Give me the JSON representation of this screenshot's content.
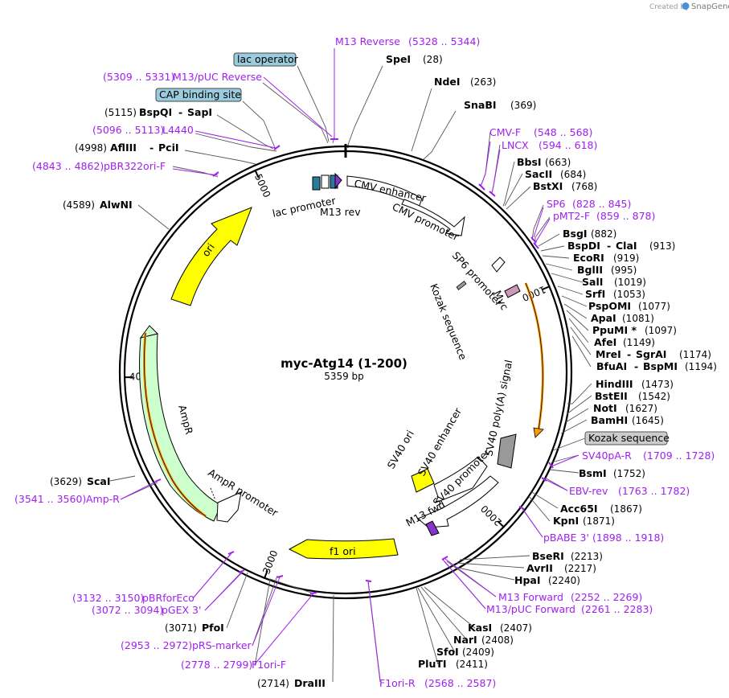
{
  "credit": {
    "prefix": "Created by",
    "brand": "SnapGene"
  },
  "map": {
    "title": "myc-Atg14 (1-200)",
    "length_label": "5359 bp",
    "total_bp": 5359
  },
  "ticks": [
    {
      "pos": 1000,
      "label": "1000"
    },
    {
      "pos": 2000,
      "label": "2000"
    },
    {
      "pos": 3000,
      "label": "3000"
    },
    {
      "pos": 4000,
      "label": "4000"
    },
    {
      "pos": 5000,
      "label": "5000"
    }
  ],
  "sites": {
    "m13rev": {
      "name": "M13 Reverse",
      "range": "(5328 .. 5344)"
    },
    "lacop": {
      "name": "lac operator"
    },
    "spei": {
      "name": "SpeI",
      "pos": "(28)"
    },
    "m13puc": {
      "name": "M13/pUC Reverse",
      "range": "(5309 .. 5331)"
    },
    "ndei": {
      "name": "NdeI",
      "pos": "(263)"
    },
    "cap": {
      "name": "CAP binding site"
    },
    "snabi": {
      "name": "SnaBI",
      "pos": "(369)"
    },
    "bspqi": {
      "name": "BspQI",
      "name2": "SapI",
      "pos": "(5115)"
    },
    "l4440": {
      "name": "L4440",
      "range": "(5096 .. 5113)"
    },
    "cmvf": {
      "name": "CMV-F",
      "range": "(548 .. 568)"
    },
    "afliii": {
      "name": "AflIII",
      "name2": "PciI",
      "pos": "(4998)"
    },
    "lncx": {
      "name": "LNCX",
      "range": "(594 .. 618)"
    },
    "pbr322": {
      "name": "pBR322ori-F",
      "range": "(4843 .. 4862)"
    },
    "bbsi": {
      "name": "BbsI",
      "pos": "(663)"
    },
    "sacii": {
      "name": "SacII",
      "pos": "(684)"
    },
    "bstxi": {
      "name": "BstXI",
      "pos": "(768)"
    },
    "alwni": {
      "name": "AlwNI",
      "pos": "(4589)"
    },
    "sp6": {
      "name": "SP6",
      "range": "(828 .. 845)"
    },
    "pmt2f": {
      "name": "pMT2-F",
      "range": "(859 .. 878)"
    },
    "bsgi": {
      "name": "BsgI",
      "pos": "(882)"
    },
    "bspdi": {
      "name": "BspDI",
      "name2": "ClaI",
      "pos": "(913)"
    },
    "ecori": {
      "name": "EcoRI",
      "pos": "(919)"
    },
    "bglii": {
      "name": "BglII",
      "pos": "(995)"
    },
    "sali": {
      "name": "SalI",
      "pos": "(1019)"
    },
    "srfi": {
      "name": "SrfI",
      "pos": "(1053)"
    },
    "pspomi": {
      "name": "PspOMI",
      "pos": "(1077)"
    },
    "apai": {
      "name": "ApaI",
      "pos": "(1081)"
    },
    "ppumi": {
      "name": "PpuMI *",
      "pos": "(1097)"
    },
    "afei": {
      "name": "AfeI",
      "pos": "(1149)"
    },
    "mrei": {
      "name": "MreI",
      "name2": "SgrAI",
      "pos": "(1174)"
    },
    "bfuai": {
      "name": "BfuAI",
      "name2": "BspMI",
      "pos": "(1194)"
    },
    "hindiii": {
      "name": "HindIII",
      "pos": "(1473)"
    },
    "bsteii": {
      "name": "BstEII",
      "pos": "(1542)"
    },
    "noti": {
      "name": "NotI",
      "pos": "(1627)"
    },
    "bamhi": {
      "name": "BamHI",
      "pos": "(1645)"
    },
    "kozak": {
      "name": "Kozak sequence"
    },
    "sv40par": {
      "name": "SV40pA-R",
      "range": "(1709 .. 1728)"
    },
    "bsmi": {
      "name": "BsmI",
      "pos": "(1752)"
    },
    "ebv": {
      "name": "EBV-rev",
      "range": "(1763 .. 1782)"
    },
    "acc65i": {
      "name": "Acc65I",
      "pos": "(1867)"
    },
    "kpni": {
      "name": "KpnI",
      "pos": "(1871)"
    },
    "pbabe": {
      "name": "pBABE 3'",
      "range": "(1898 .. 1918)"
    },
    "scai": {
      "name": "ScaI",
      "pos": "(3629)"
    },
    "ampr_p": {
      "name": "Amp-R",
      "range": "(3541 .. 3560)"
    },
    "bseri": {
      "name": "BseRI",
      "pos": "(2213)"
    },
    "avrii": {
      "name": "AvrII",
      "pos": "(2217)"
    },
    "hpai": {
      "name": "HpaI",
      "pos": "(2240)"
    },
    "m13fwd": {
      "name": "M13 Forward",
      "range": "(2252 .. 2269)"
    },
    "m13pucf": {
      "name": "M13/pUC Forward",
      "range": "(2261 .. 2283)"
    },
    "pbrfor": {
      "name": "pBRforEco",
      "range": "(3132 .. 3150)"
    },
    "pgex": {
      "name": "pGEX 3'",
      "range": "(3072 .. 3094)"
    },
    "pfoi": {
      "name": "PfoI",
      "pos": "(3071)"
    },
    "prs": {
      "name": "pRS-marker",
      "range": "(2953 .. 2972)"
    },
    "kasi": {
      "name": "KasI",
      "pos": "(2407)"
    },
    "nari": {
      "name": "NarI",
      "pos": "(2408)"
    },
    "sfoi": {
      "name": "SfoI",
      "pos": "(2409)"
    },
    "pluti": {
      "name": "PluTI",
      "pos": "(2411)"
    },
    "f1orif": {
      "name": "F1ori-F",
      "range": "(2778 .. 2799)"
    },
    "draiii": {
      "name": "DraIII",
      "pos": "(2714)"
    },
    "f1orir": {
      "name": "F1ori-R",
      "range": "(2568 .. 2587)"
    }
  },
  "features": {
    "cmv_enhancer": "CMV enhancer",
    "cmv_promoter": "CMV promoter",
    "lac_promoter": "lac promoter",
    "m13_rev": "M13 rev",
    "sp6_promoter": "SP6 promoter",
    "kozak_inner": "Kozak sequence",
    "myc": "Myc",
    "sv40_polya": "SV40 poly(A) signal",
    "sv40_ori": "SV40 ori",
    "sv40_enhancer": "SV40 enhancer",
    "sv40_promoter": "SV40 promoter",
    "m13_fwd": "M13 fwd",
    "f1_ori": "f1 ori",
    "ori": "ori",
    "ampr": "AmpR",
    "ampr_promoter": "AmpR promoter"
  },
  "colors": {
    "backbone": "#000000",
    "primer": "#a020f0",
    "ori": "#ffff00",
    "ampr": "#ccffcc",
    "orf": "#ff9900",
    "label_box": "#99ccdd",
    "kozak_box": "#cccccc",
    "myc": "#cc99bb",
    "sv40pa": "#999999",
    "lac_promoter_box": "#2a7b9b",
    "m13_arrow": "#8833cc"
  }
}
